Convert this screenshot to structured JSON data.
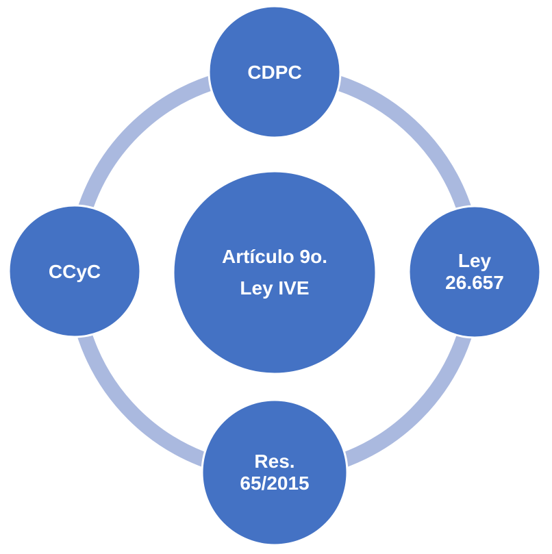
{
  "colors": {
    "ring": "#aab9df",
    "node_fill": "#4472c4",
    "node_stroke": "#ffffff",
    "text": "#ffffff"
  },
  "center": {
    "line1": "Artículo 9o.",
    "line2": "Ley IVE"
  },
  "nodes": {
    "top": {
      "line1": "CDPC"
    },
    "right": {
      "line1": "Ley",
      "line2": "26.657"
    },
    "bottom": {
      "line1": "Res.",
      "line2": "65/2015"
    },
    "left": {
      "line1": "CCyC"
    }
  }
}
